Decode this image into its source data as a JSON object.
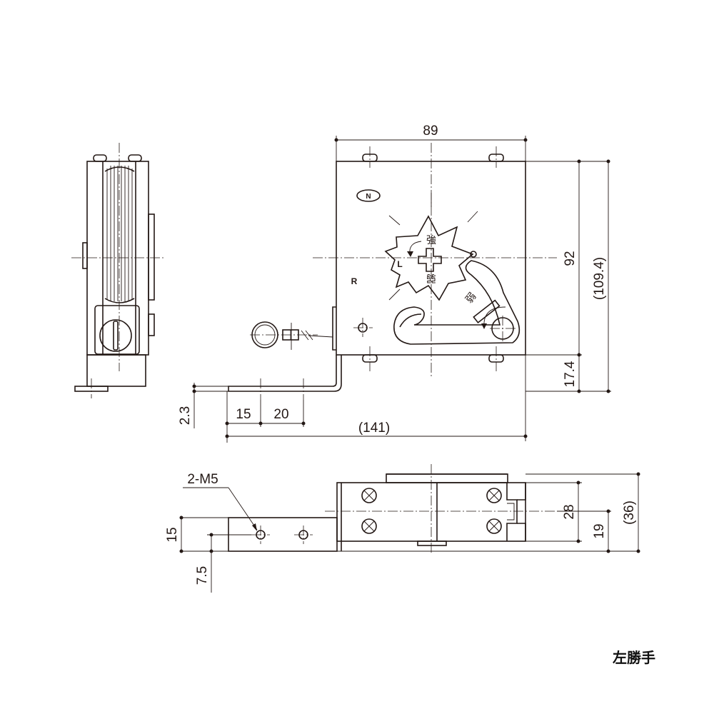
{
  "title": "左勝手",
  "dimensions": {
    "d89": "89",
    "d92": "92",
    "d109_4": "(109.4)",
    "d17_4": "17.4",
    "d2_3": "2.3",
    "d15_top": "15",
    "d20": "20",
    "d141": "(141)",
    "d2m5": "2-M5",
    "d28": "28",
    "d36": "(36)",
    "d19": "19",
    "d15_side": "15",
    "d7_5": "7.5"
  },
  "labels": {
    "strong": "強",
    "weak": "弱",
    "weak_rot": "弱",
    "weak2": "弱",
    "left": "L",
    "right": "R",
    "logo": "N"
  }
}
